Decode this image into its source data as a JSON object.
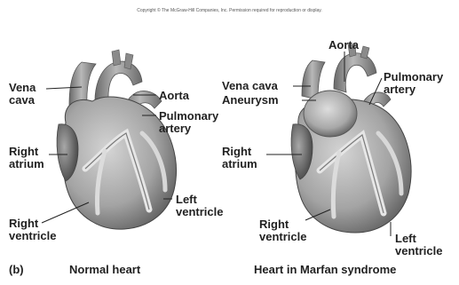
{
  "copyright": "Copyright © The McGraw-Hill Companies, Inc. Permission required for reproduction or display.",
  "panel_letter": "(b)",
  "left": {
    "caption": "Normal heart",
    "labels": {
      "vena_cava": "Vena\ncava",
      "aorta": "Aorta",
      "pulmonary_artery": "Pulmonary\nartery",
      "right_atrium": "Right\natrium",
      "left_ventricle": "Left\nventricle",
      "right_ventricle": "Right\nventricle"
    }
  },
  "right": {
    "caption": "Heart in Marfan syndrome",
    "labels": {
      "aorta": "Aorta",
      "vena_cava": "Vena cava",
      "aneurysm": "Aneurysm",
      "pulmonary_artery": "Pulmonary\nartery",
      "right_atrium": "Right\natrium",
      "right_ventricle": "Right\nventricle",
      "left_ventricle": "Left\nventricle"
    }
  }
}
